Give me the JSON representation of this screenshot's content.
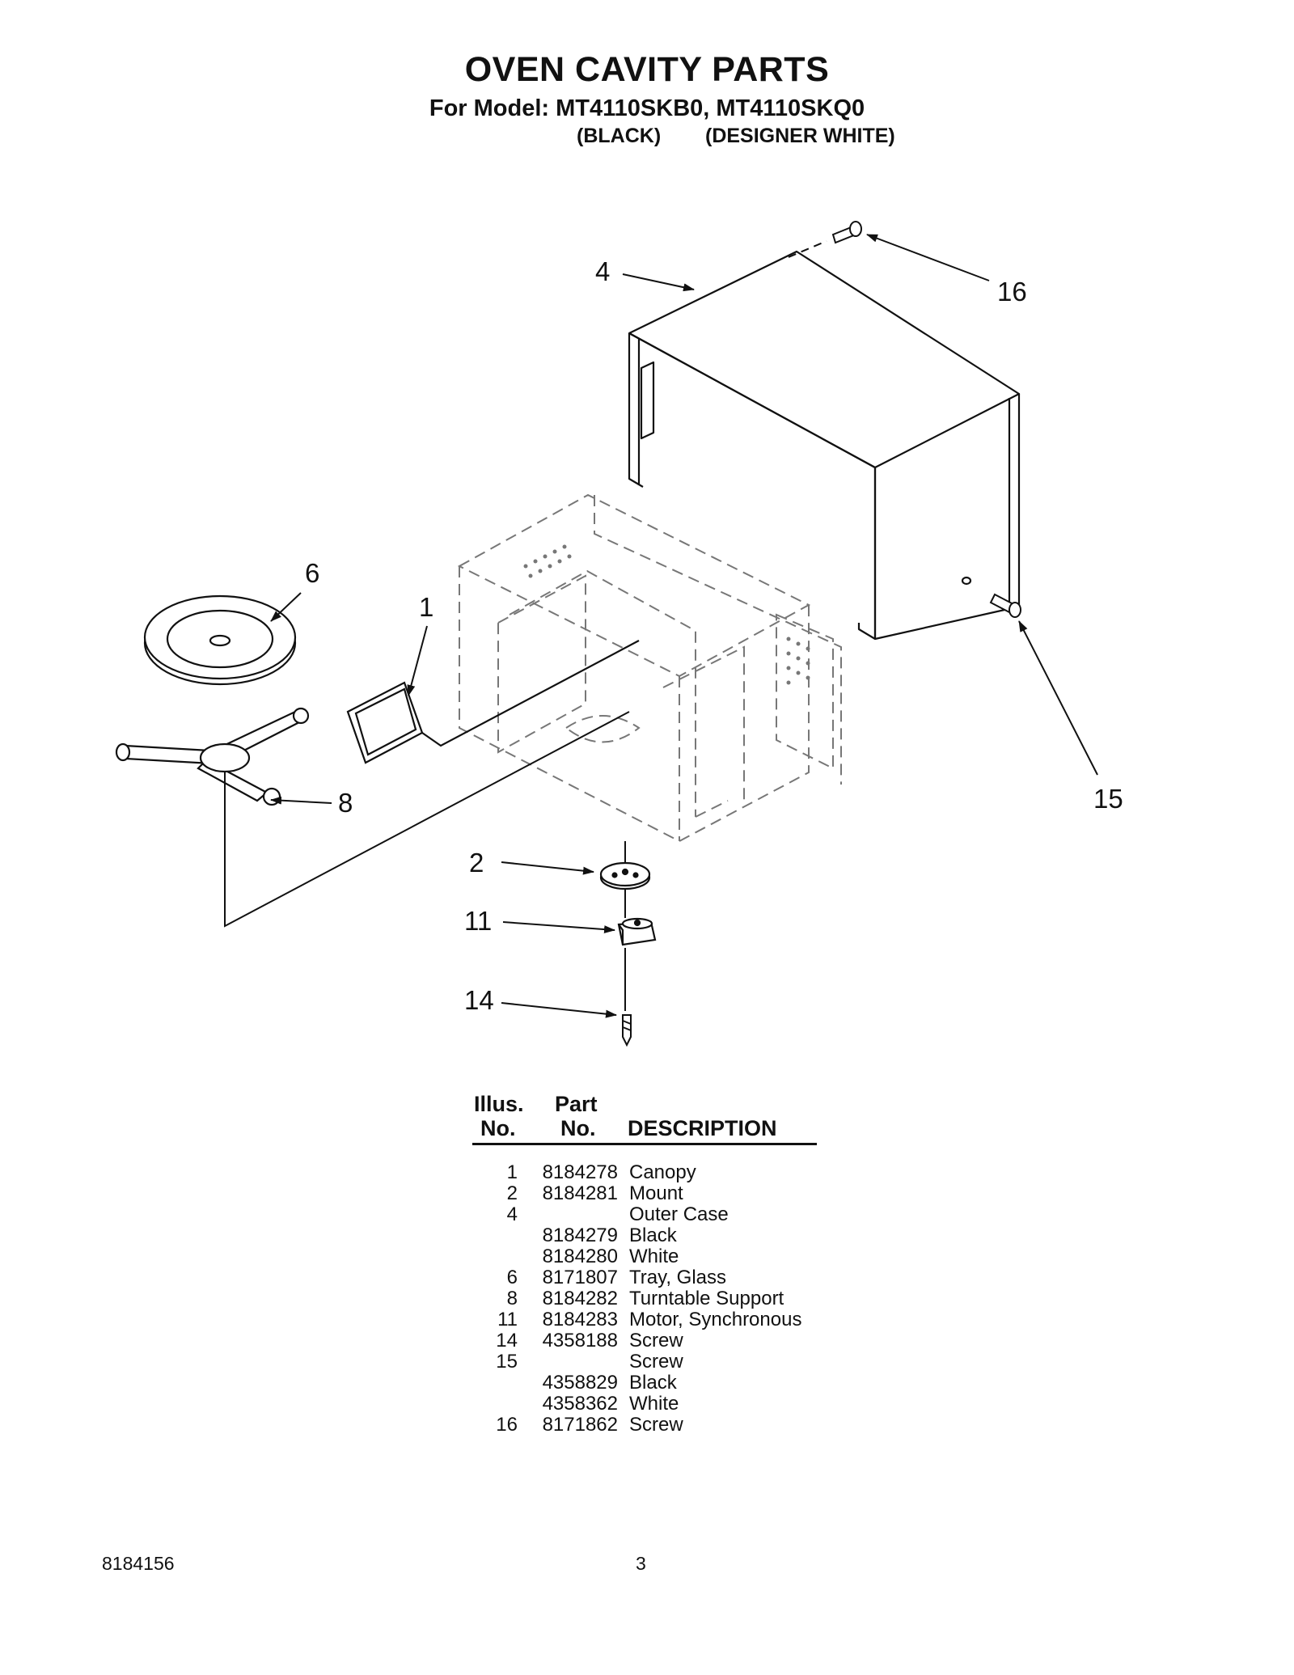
{
  "header": {
    "title": "OVEN CAVITY PARTS",
    "subtitle": "For Model: MT4110SKB0, MT4110SKQ0",
    "variant_black": "(BLACK)",
    "variant_white": "(DESIGNER WHITE)"
  },
  "callouts": {
    "c1": "1",
    "c2": "2",
    "c4": "4",
    "c6": "6",
    "c8": "8",
    "c11": "11",
    "c14": "14",
    "c15": "15",
    "c16": "16"
  },
  "table": {
    "headers": {
      "illus_line1": "Illus.",
      "illus_line2": "No.",
      "part_line1": "Part",
      "part_line2": "No.",
      "description": "DESCRIPTION"
    },
    "rows": [
      {
        "illus": "1",
        "part": "8184278",
        "desc": "Canopy"
      },
      {
        "illus": "2",
        "part": "8184281",
        "desc": "Mount"
      },
      {
        "illus": "4",
        "part": "",
        "desc": "Outer Case"
      },
      {
        "illus": "",
        "part": "8184279",
        "desc": "Black"
      },
      {
        "illus": "",
        "part": "8184280",
        "desc": "White"
      },
      {
        "illus": "6",
        "part": "8171807",
        "desc": "Tray, Glass"
      },
      {
        "illus": "8",
        "part": "8184282",
        "desc": "Turntable Support"
      },
      {
        "illus": "11",
        "part": "8184283",
        "desc": "Motor, Synchronous"
      },
      {
        "illus": "14",
        "part": "4358188",
        "desc": "Screw"
      },
      {
        "illus": "15",
        "part": "",
        "desc": "Screw"
      },
      {
        "illus": "",
        "part": "4358829",
        "desc": "Black"
      },
      {
        "illus": "",
        "part": "4358362",
        "desc": "White"
      },
      {
        "illus": "16",
        "part": "8171862",
        "desc": "Screw"
      }
    ]
  },
  "footer": {
    "doc_number": "8184156",
    "page_number": "3"
  }
}
